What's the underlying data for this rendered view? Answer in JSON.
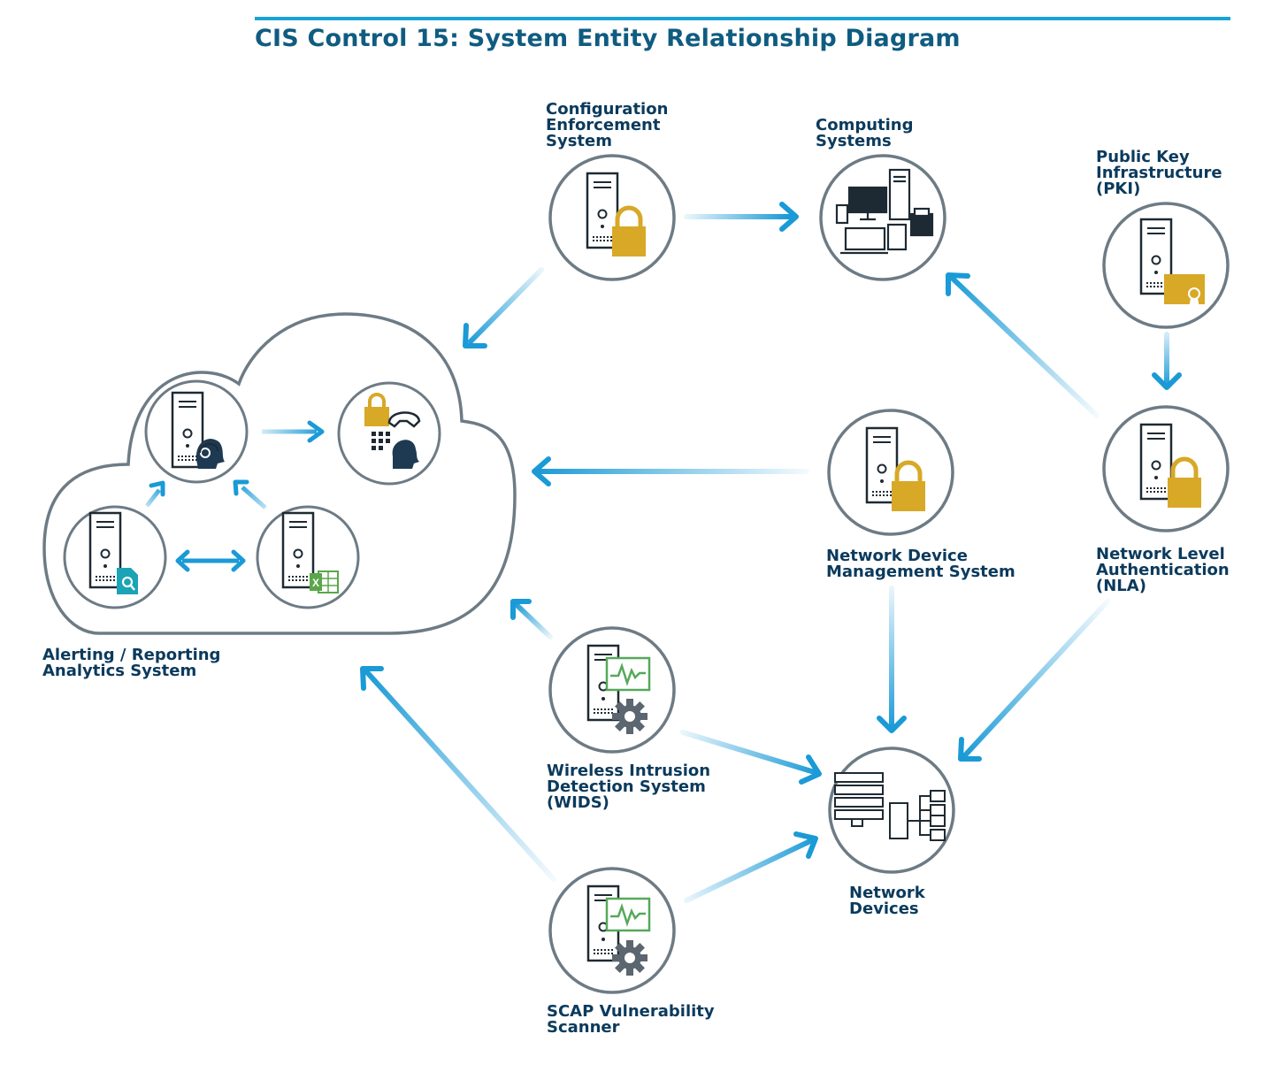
{
  "title": "CIS Control 15: System Entity Relationship Diagram",
  "colors": {
    "title": "#0f5c80",
    "rule": "#1aa3d6",
    "label": "#0b3a5c",
    "circle_stroke": "#6d7b85",
    "arrow": "#1a9ad6",
    "lock": "#d8a827",
    "icon_dark": "#1e2a33",
    "excel_green": "#5aa64a",
    "monitor_green": "#56a85a",
    "search_teal": "#1ca3b5"
  },
  "nodes": {
    "configuration": {
      "label": "Configuration\nEnforcement\nSystem",
      "icon": "server-lock-icon"
    },
    "computing": {
      "label": "Computing\nSystems",
      "icon": "computing-devices-icon"
    },
    "pki": {
      "label": "Public Key\nInfrastructure\n(PKI)",
      "icon": "server-certificate-icon"
    },
    "ndms": {
      "label": "Network Device\nManagement System",
      "icon": "server-lock-icon"
    },
    "nla": {
      "label": "Network Level\nAuthentication\n(NLA)",
      "icon": "server-lock-icon"
    },
    "wids": {
      "label": "Wireless Intrusion\nDetection System\n(WIDS)",
      "icon": "server-monitor-gear-icon"
    },
    "scap": {
      "label": "SCAP Vulnerability\nScanner",
      "icon": "server-monitor-gear-icon"
    },
    "network_devices": {
      "label": "Network\nDevices",
      "icon": "network-rack-icon"
    },
    "alerting": {
      "label": "Alerting / Reporting\nAnalytics System",
      "icon": "cloud-icon"
    }
  },
  "cloud_nodes": [
    {
      "name": "server-support-agent",
      "icon": "server-headset-icon"
    },
    {
      "name": "secure-phone-operator",
      "icon": "lock-phone-operator-icon"
    },
    {
      "name": "server-search-report",
      "icon": "server-search-document-icon"
    },
    {
      "name": "server-spreadsheet",
      "icon": "server-excel-icon"
    }
  ]
}
